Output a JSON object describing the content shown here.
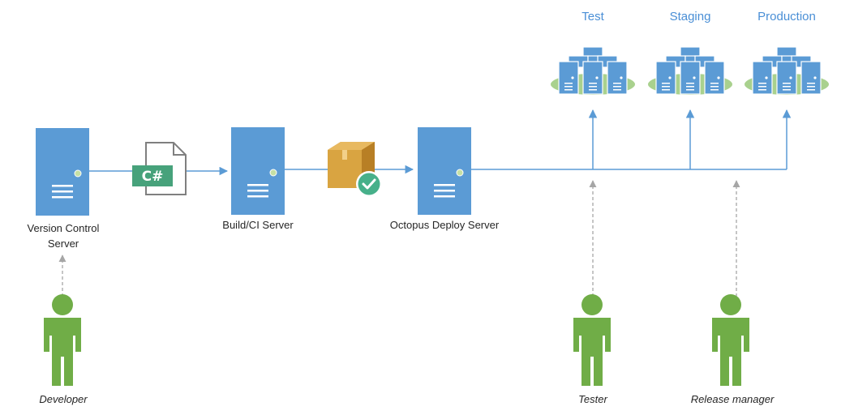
{
  "nodes": {
    "version_control": {
      "label_line1": "Version Control",
      "label_line2": "Server"
    },
    "build_ci": {
      "label": "Build/CI Server"
    },
    "octopus": {
      "label": "Octopus Deploy Server"
    }
  },
  "artifacts": {
    "source_file": {
      "text": "C#"
    }
  },
  "environments": [
    {
      "name": "Test"
    },
    {
      "name": "Staging"
    },
    {
      "name": "Production"
    }
  ],
  "people": [
    {
      "role": "Developer"
    },
    {
      "role": "Tester"
    },
    {
      "role": "Release manager"
    }
  ],
  "colors": {
    "server_blue": "#5b9bd5",
    "arrow_blue": "#5b9bd5",
    "person_green": "#70ad47",
    "platform_green": "#a9d18e",
    "env_label_blue": "#4a8fd6",
    "package_tan": "#d9a441",
    "check_teal": "#47b08a",
    "dashed_gray": "#a6a6a6"
  }
}
